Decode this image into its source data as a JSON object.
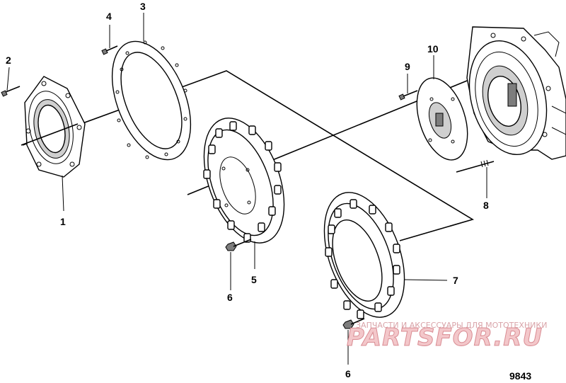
{
  "callouts": [
    {
      "id": "c1",
      "label": "1"
    },
    {
      "id": "c2",
      "label": "2"
    },
    {
      "id": "c3",
      "label": "3"
    },
    {
      "id": "c4",
      "label": "4"
    },
    {
      "id": "c5",
      "label": "5"
    },
    {
      "id": "c6a",
      "label": "6"
    },
    {
      "id": "c6b",
      "label": "6"
    },
    {
      "id": "c7",
      "label": "7"
    },
    {
      "id": "c8",
      "label": "8"
    },
    {
      "id": "c9",
      "label": "9"
    },
    {
      "id": "c10",
      "label": "10"
    }
  ],
  "reference_number": "9843",
  "watermark": {
    "tagline": "ЗАПЧАСТИ И АКСЕССУАРЫ ДЛЯ МОТОТЕХНИКИ",
    "brand": "PARTSFOR.RU"
  },
  "colors": {
    "line": "#000000",
    "background": "#ffffff",
    "watermark_fill": "#f3c7ca",
    "watermark_stroke": "#d98c93"
  }
}
